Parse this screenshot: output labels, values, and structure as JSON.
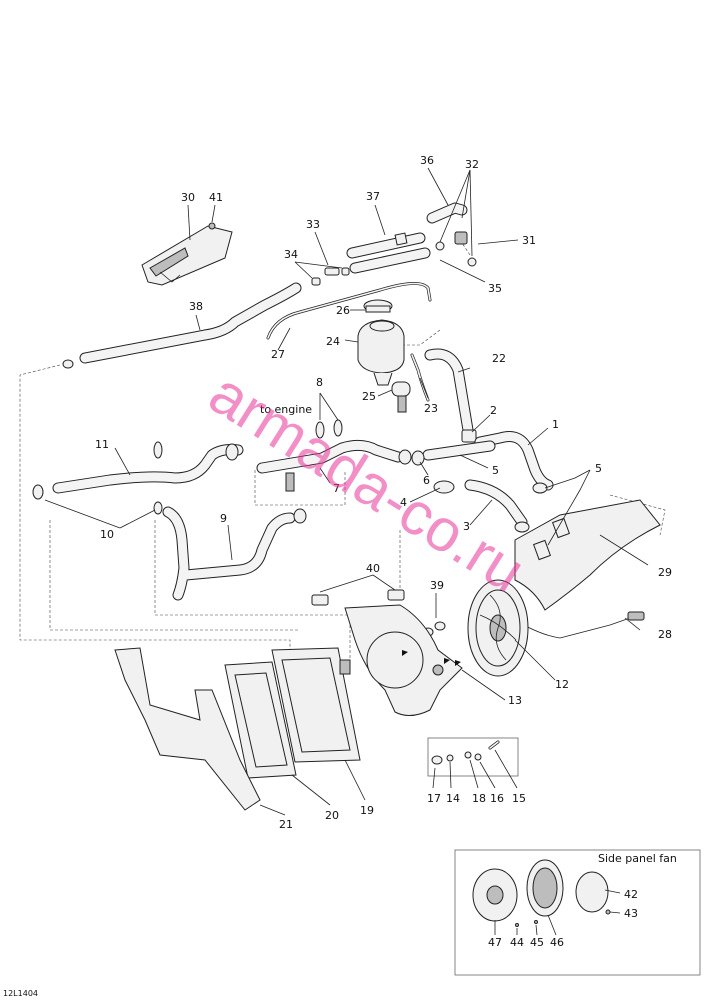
{
  "diagram": {
    "annotation": "to engine",
    "inset_title": "Side panel fan",
    "figure_code": "12L1404",
    "watermark": "armada-co.ru"
  },
  "callouts": [
    {
      "id": "1",
      "label": "1"
    },
    {
      "id": "2",
      "label": "2"
    },
    {
      "id": "3",
      "label": "3"
    },
    {
      "id": "4",
      "label": "4"
    },
    {
      "id": "5a",
      "label": "5"
    },
    {
      "id": "5b",
      "label": "5"
    },
    {
      "id": "6",
      "label": "6"
    },
    {
      "id": "7",
      "label": "7"
    },
    {
      "id": "8",
      "label": "8"
    },
    {
      "id": "9",
      "label": "9"
    },
    {
      "id": "10",
      "label": "10"
    },
    {
      "id": "11",
      "label": "11"
    },
    {
      "id": "12",
      "label": "12"
    },
    {
      "id": "13",
      "label": "13"
    },
    {
      "id": "14",
      "label": "14"
    },
    {
      "id": "15",
      "label": "15"
    },
    {
      "id": "16",
      "label": "16"
    },
    {
      "id": "17",
      "label": "17"
    },
    {
      "id": "18",
      "label": "18"
    },
    {
      "id": "19",
      "label": "19"
    },
    {
      "id": "20",
      "label": "20"
    },
    {
      "id": "21",
      "label": "21"
    },
    {
      "id": "22",
      "label": "22"
    },
    {
      "id": "23",
      "label": "23"
    },
    {
      "id": "24",
      "label": "24"
    },
    {
      "id": "25",
      "label": "25"
    },
    {
      "id": "26",
      "label": "26"
    },
    {
      "id": "27",
      "label": "27"
    },
    {
      "id": "28",
      "label": "28"
    },
    {
      "id": "29",
      "label": "29"
    },
    {
      "id": "30",
      "label": "30"
    },
    {
      "id": "31",
      "label": "31"
    },
    {
      "id": "32",
      "label": "32"
    },
    {
      "id": "33",
      "label": "33"
    },
    {
      "id": "34",
      "label": "34"
    },
    {
      "id": "35",
      "label": "35"
    },
    {
      "id": "36",
      "label": "36"
    },
    {
      "id": "37",
      "label": "37"
    },
    {
      "id": "38",
      "label": "38"
    },
    {
      "id": "39",
      "label": "39"
    },
    {
      "id": "40",
      "label": "40"
    },
    {
      "id": "41",
      "label": "41"
    },
    {
      "id": "42",
      "label": "42"
    },
    {
      "id": "43",
      "label": "43"
    },
    {
      "id": "44",
      "label": "44"
    },
    {
      "id": "45",
      "label": "45"
    },
    {
      "id": "46",
      "label": "46"
    },
    {
      "id": "47",
      "label": "47"
    }
  ],
  "colors": {
    "line": "#222222",
    "watermark": "#e8359a",
    "part_fill": "#f1f1f1"
  }
}
